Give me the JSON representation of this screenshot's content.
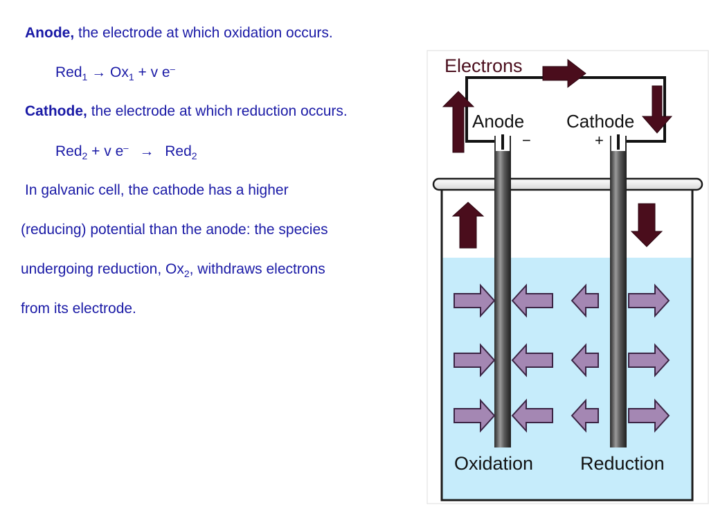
{
  "text": {
    "anode_term": "Anode,",
    "anode_def": "the electrode at which oxidation occurs.",
    "eq1": {
      "red": "Red",
      "red_sub": "1",
      "arrow": "→",
      "ox": "Ox",
      "ox_sub": "1",
      "rest": "+ v e",
      "sup": "–"
    },
    "cathode_term": "Cathode,",
    "cathode_def": "the electrode at which reduction occurs.",
    "eq2": {
      "red": "Red",
      "red_sub": "2",
      "plus": "+ v e",
      "sup": "–",
      "arrow": "→",
      "red2": "Red",
      "red2_sub": "2"
    },
    "para_line1": "In galvanic cell, the cathode has a higher",
    "para_line2": "(reducing) potential than the anode: the species",
    "para_line3_pre": "undergoing reduction, Ox",
    "para_line3_sub": "2",
    "para_line3_post": ", withdraws electrons",
    "para_line4": "from its electrode."
  },
  "diagram": {
    "electrons_label": "Electrons",
    "anode_label": "Anode",
    "cathode_label": "Cathode",
    "anode_sign": "−",
    "cathode_sign": "+",
    "oxidation_label": "Oxidation",
    "reduction_label": "Reduction"
  },
  "colors": {
    "text": "#1a1aa6",
    "arrow_dark": "#4a0d1c",
    "arrow_purple": "#a487b3",
    "solution": "#c6ecfb",
    "electrode": "#555555"
  }
}
